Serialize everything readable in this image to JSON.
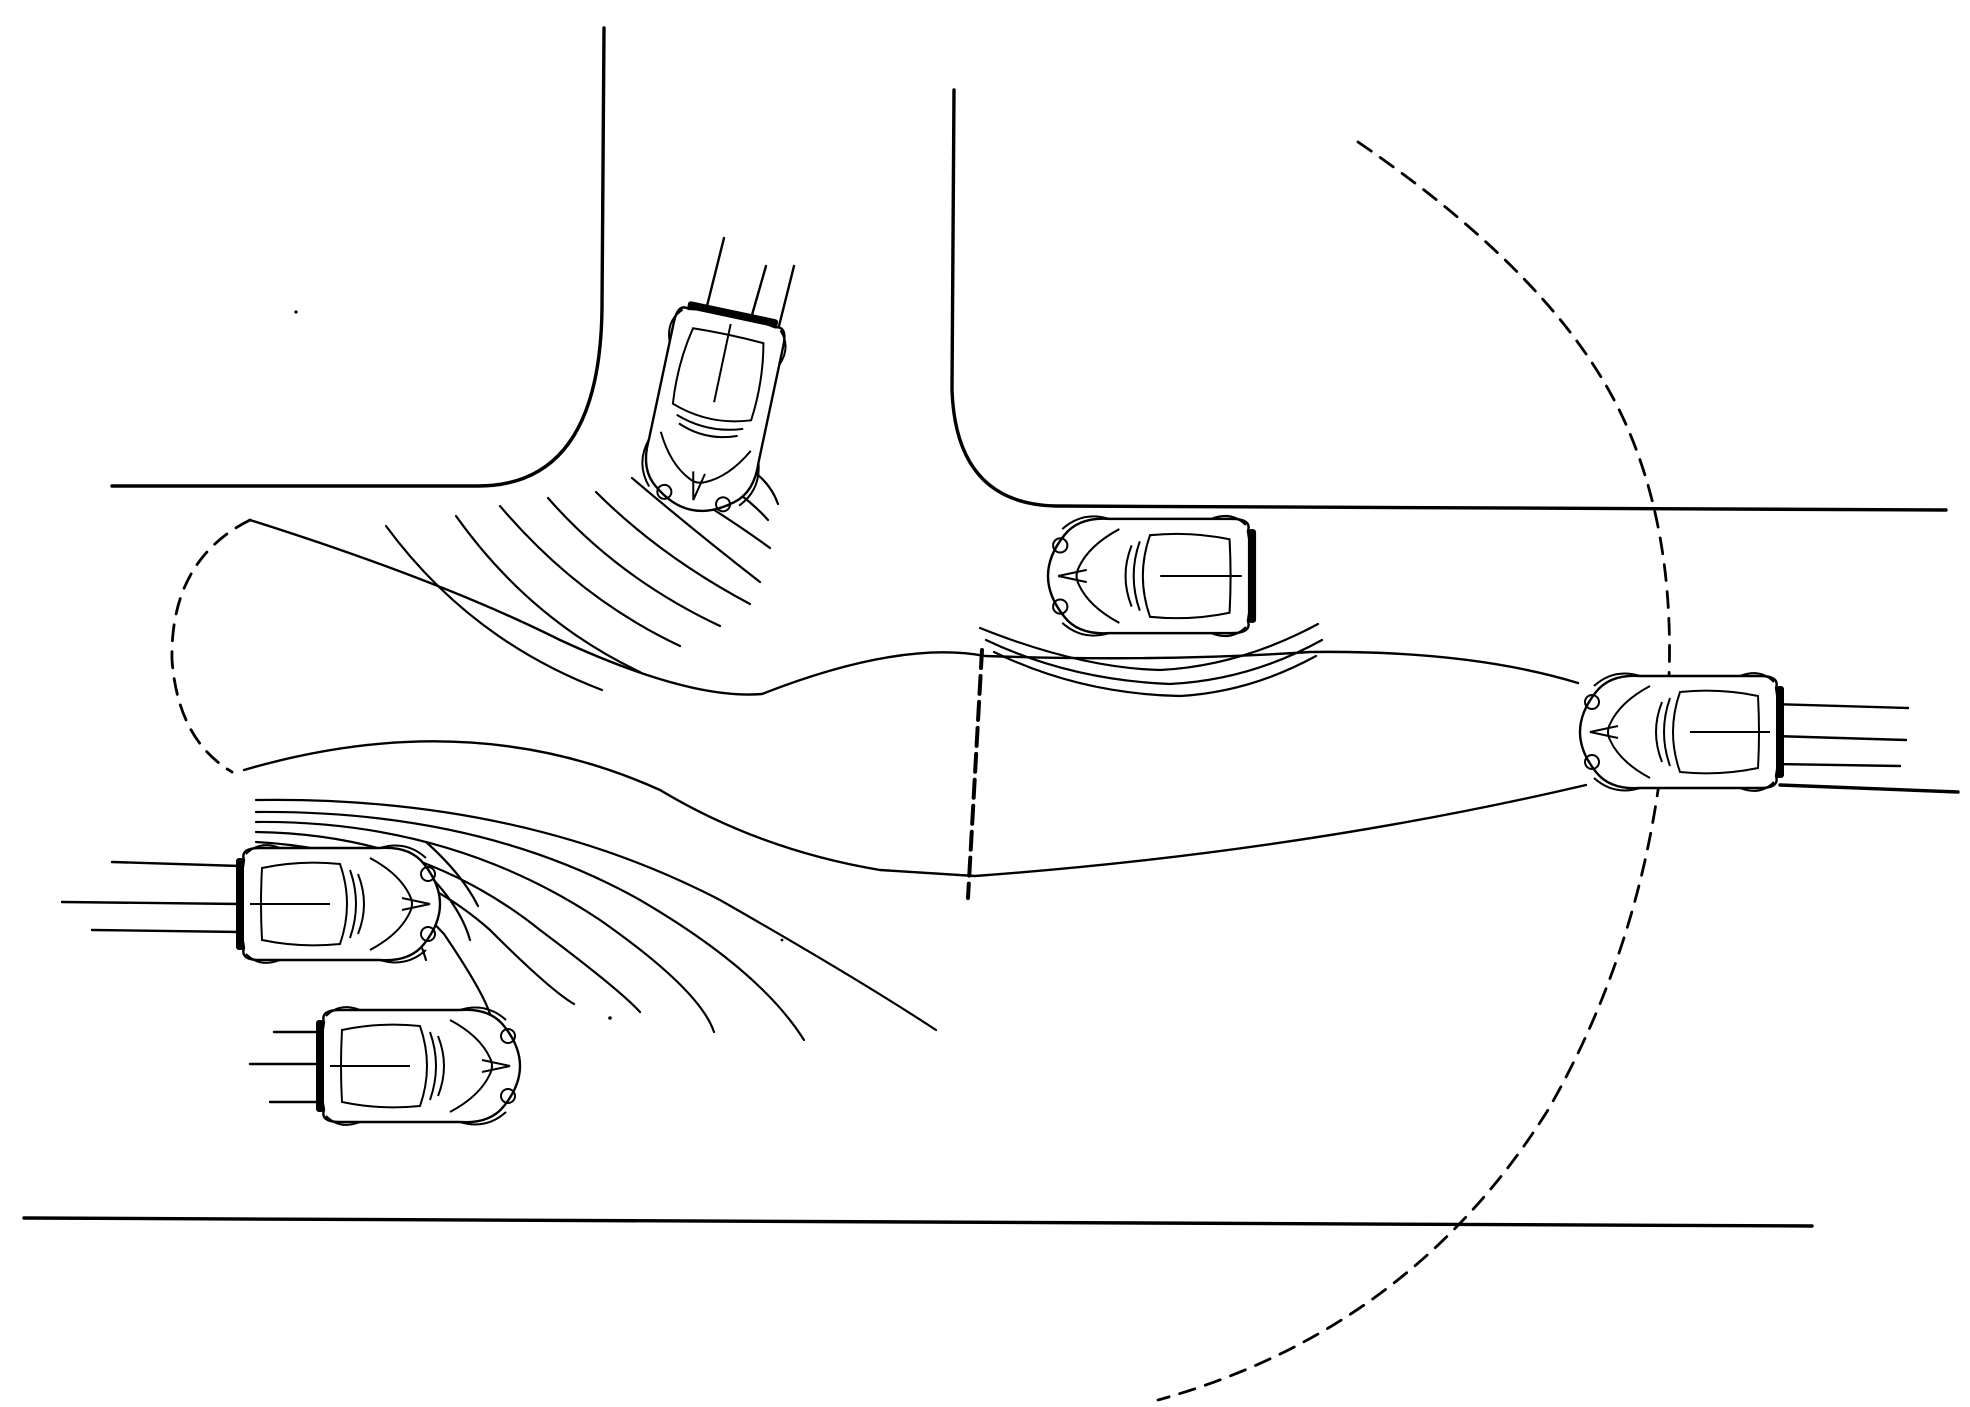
{
  "diagram": {
    "ink_color": "#000000",
    "paper_color": "#ffffff",
    "vehicle_count": 5,
    "vehicle_kinds": [
      "car-turning-from-side-street",
      "car-parked-at-curb",
      "car-approaching-right",
      "car-leaving-left",
      "car-oncoming-left"
    ]
  }
}
